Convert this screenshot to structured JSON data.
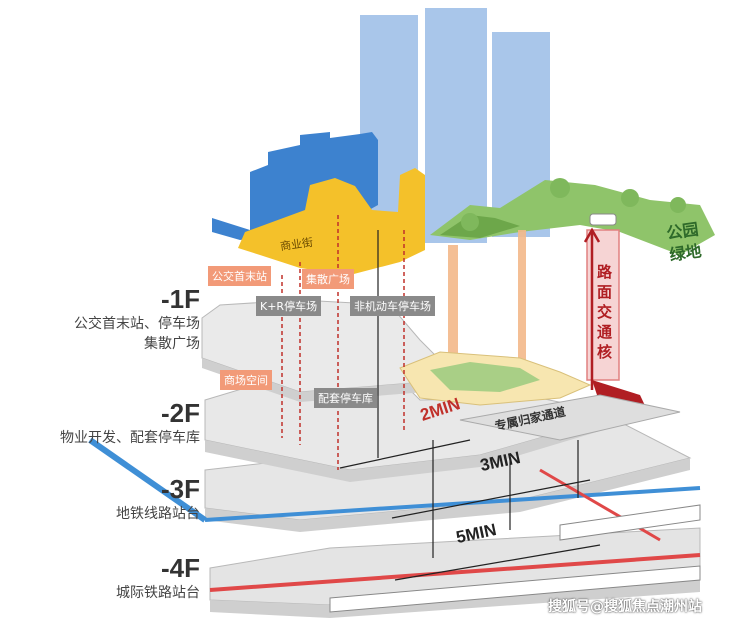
{
  "floors": [
    {
      "code": "-1F",
      "desc_lines": [
        "公交首末站、停车场",
        "集散广场"
      ]
    },
    {
      "code": "-2F",
      "desc_lines": [
        "物业开发、配套停车库"
      ]
    },
    {
      "code": "-3F",
      "desc_lines": [
        "地铁线路站台"
      ]
    },
    {
      "code": "-4F",
      "desc_lines": [
        "城际铁路站台"
      ]
    }
  ],
  "tags": {
    "bus_terminal": "公交首末站",
    "commercial_street": "商业街",
    "kr_parking": "K+R停车场",
    "plaza": "集散广场",
    "nonmotor_parking": "非机动车停车场",
    "mall_space": "商场空间",
    "garage": "配套停车库",
    "exclusive_passage": "专属归家通道",
    "road_transfer": "路面交通核",
    "park_green": "公园绿地",
    "watermark": "搜狐号@搜狐焦点潮州站"
  },
  "times": {
    "t2": "2MIN",
    "t3": "3MIN",
    "t5": "5MIN"
  },
  "colors": {
    "tower": "#a9c6ea",
    "podium_blue": "#3d82cf",
    "podium_yellow": "#f4c12a",
    "slab": "#e4e4e4",
    "slab_edge": "#b8b8b8",
    "rail_blue": "#3f8fd6",
    "rail_red": "#e04848",
    "tag_orange": "#f29a78",
    "tag_grey": "#8a8a8a",
    "green": "#8fc46a",
    "dark_red": "#b01e23"
  }
}
